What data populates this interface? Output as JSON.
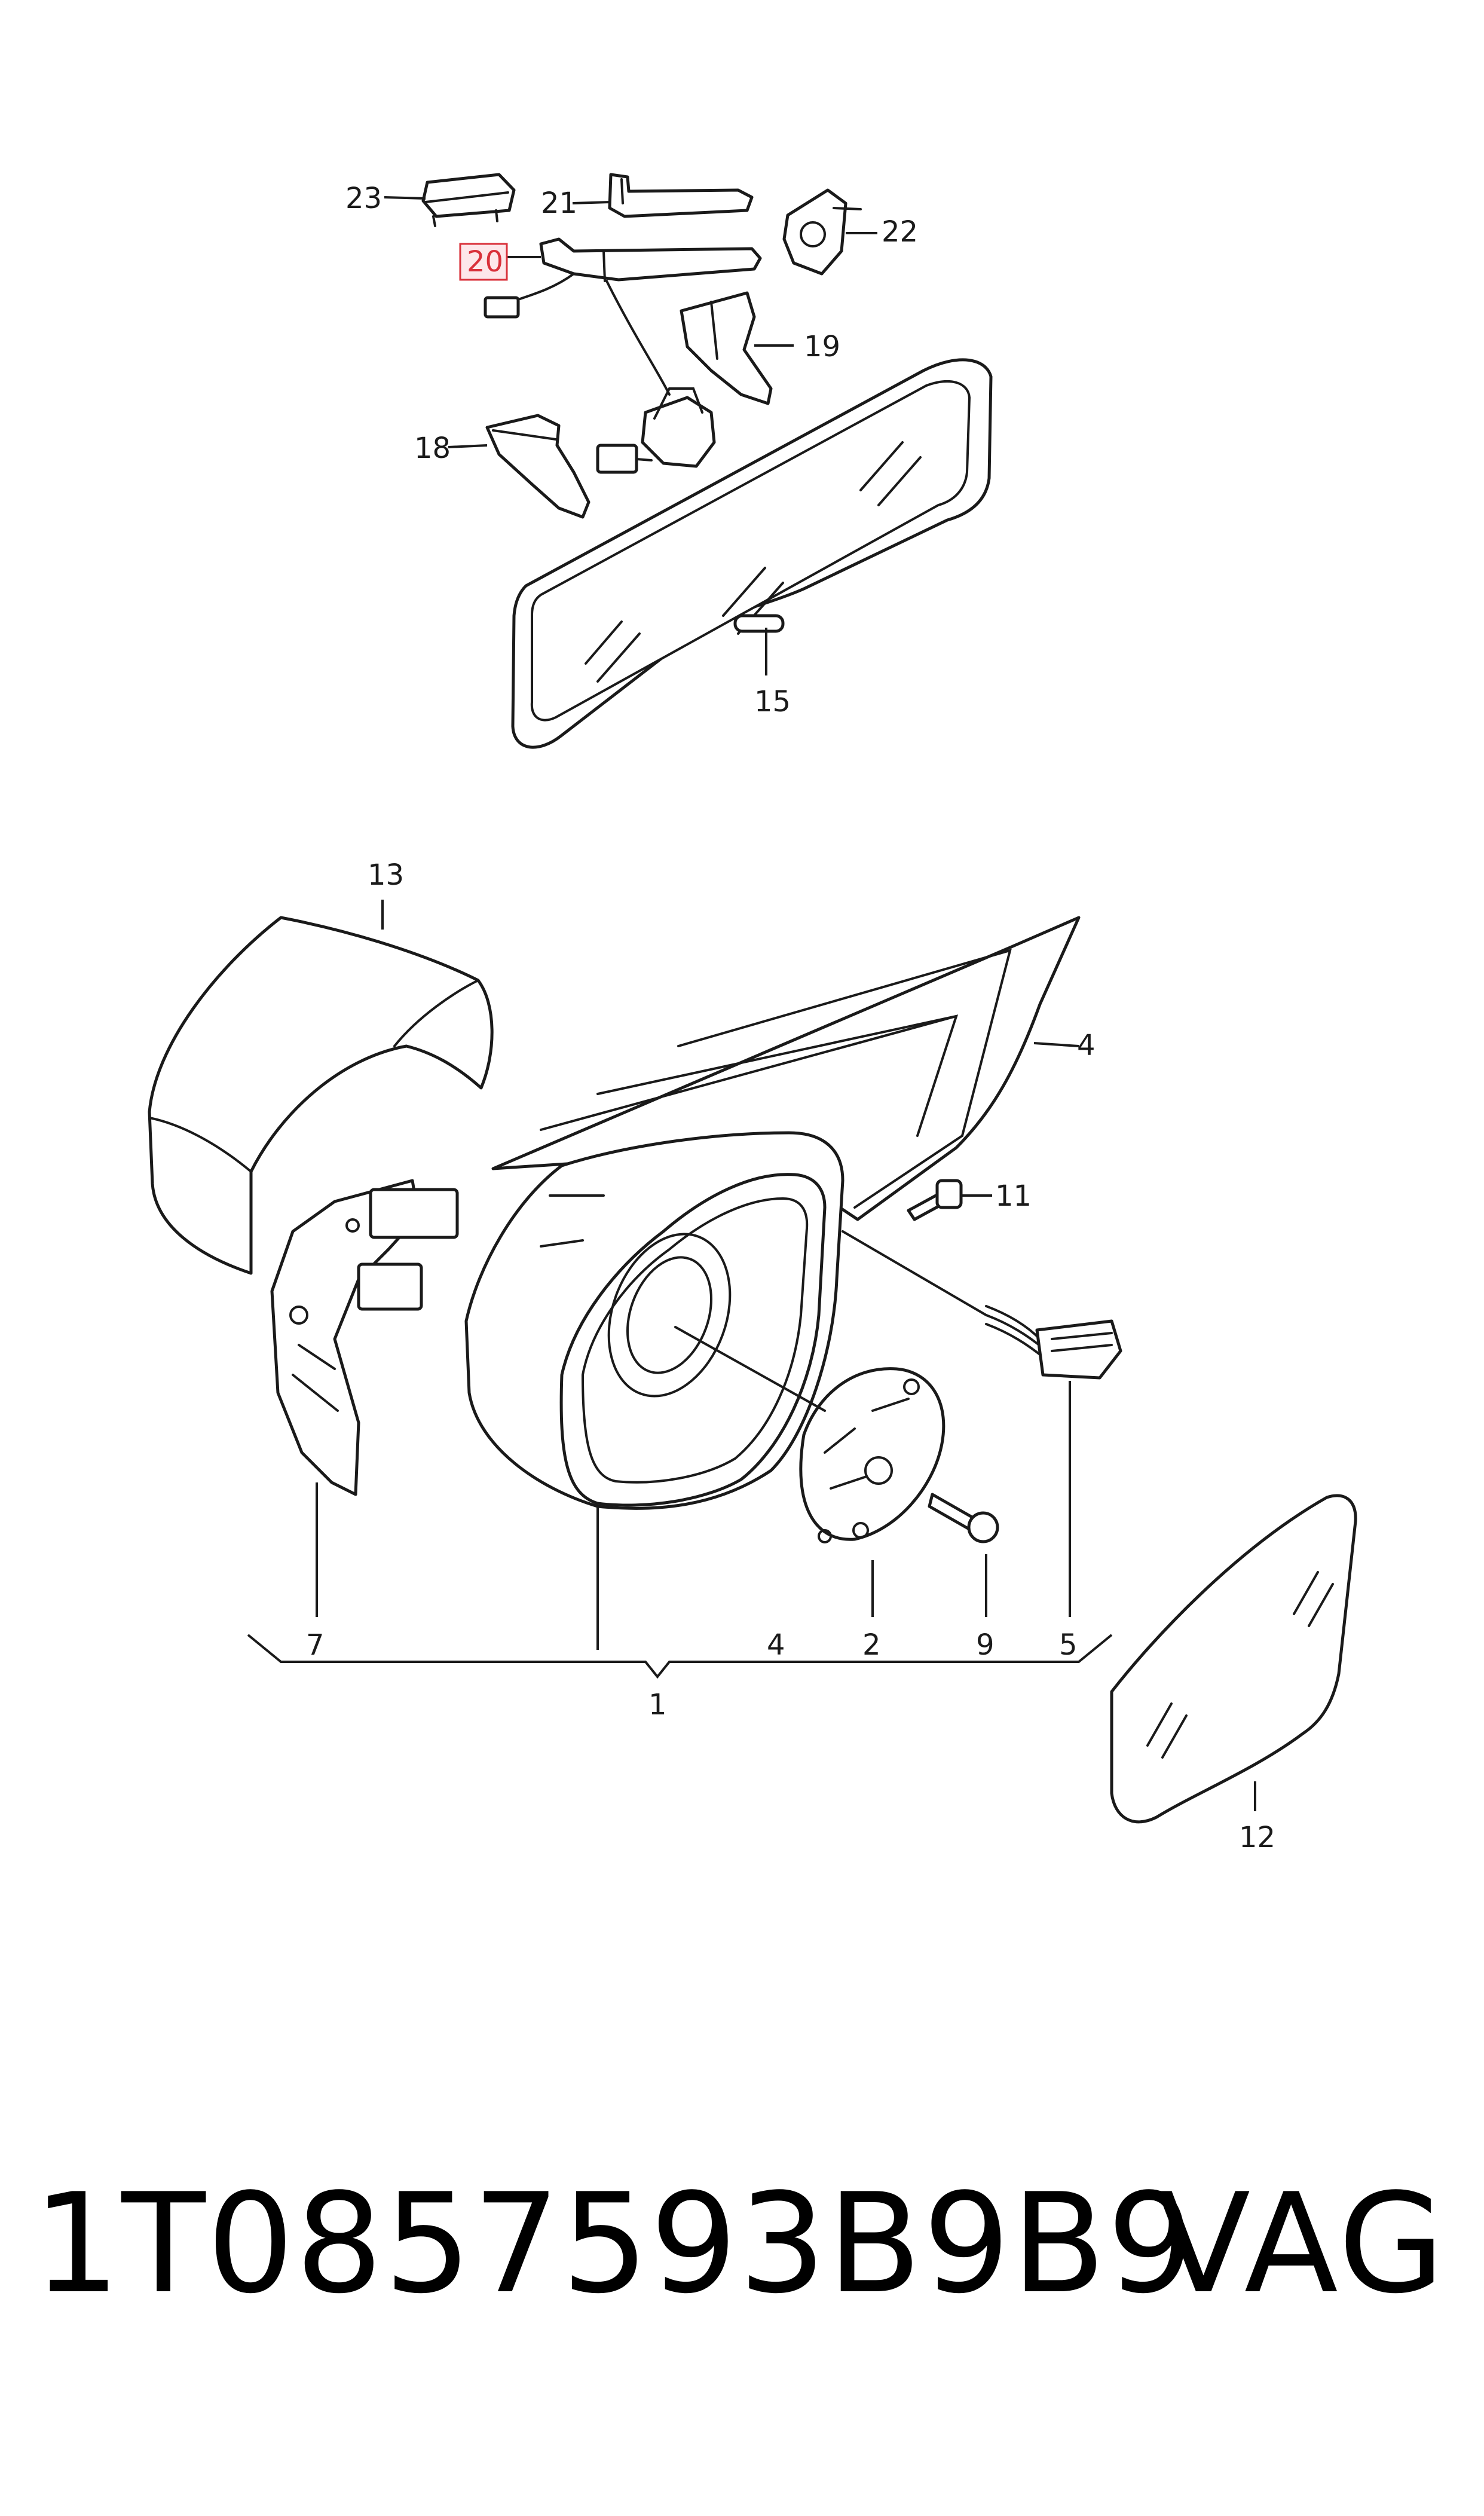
{
  "callouts": {
    "c1": "1",
    "c2": "2",
    "c4a": "4",
    "c4b": "4",
    "c5": "5",
    "c7": "7",
    "c9": "9",
    "c11": "11",
    "c12": "12",
    "c13": "13",
    "c15": "15",
    "c18": "18",
    "c19": "19",
    "c20": "20",
    "c21": "21",
    "c22": "22",
    "c23": "23"
  },
  "highlighted_callout": "20",
  "highlight_color": "#d9303a",
  "footer": {
    "part_number": "1T0857593B9B9",
    "brand": "VAG"
  }
}
